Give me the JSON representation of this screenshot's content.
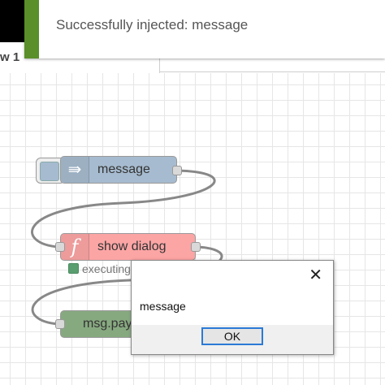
{
  "notification": {
    "text": "Successfully injected: message",
    "accent_color": "#5a8f29"
  },
  "tab": {
    "label": "w 1"
  },
  "nodes": {
    "inject": {
      "label": "message",
      "icon": "arrow-right-icon",
      "color": "#a6bbcf"
    },
    "function": {
      "label": "show dialog",
      "icon": "function-icon",
      "color": "#fdd0a2",
      "status": "executing"
    },
    "debug": {
      "label": "msg.pay",
      "icon": "debug-icon",
      "color": "#87a980"
    }
  },
  "dialog": {
    "message": "message",
    "ok_label": "OK",
    "close_icon": "close-icon"
  }
}
